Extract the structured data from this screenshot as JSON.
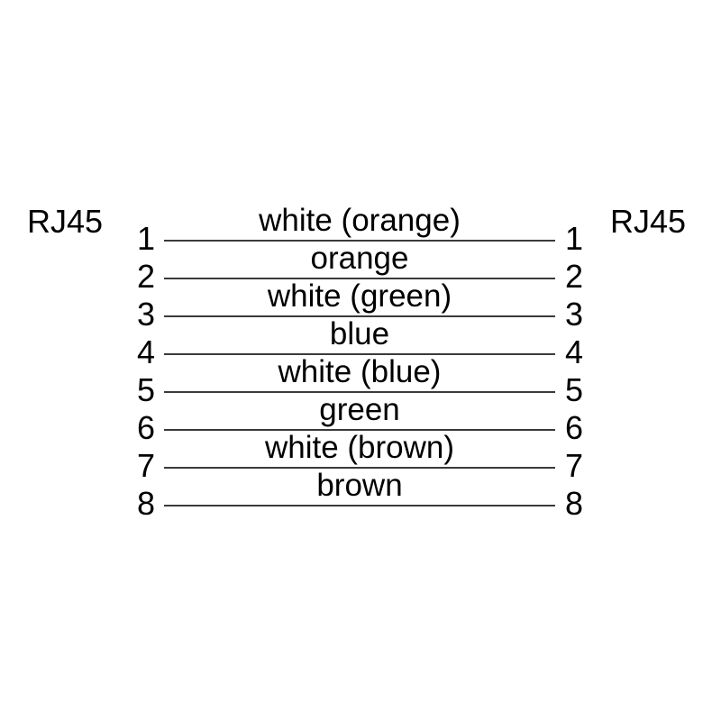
{
  "page": {
    "background": "#ffffff"
  },
  "diagram": {
    "type": "rj45-straight-through-cable-pinout",
    "left_connector": "RJ45",
    "right_connector": "RJ45",
    "line_color": "#3a3a3a",
    "text_color": "#000000",
    "rows": [
      {
        "left_pin": "1",
        "right_pin": "1",
        "color": "white (orange)"
      },
      {
        "left_pin": "2",
        "right_pin": "2",
        "color": "orange"
      },
      {
        "left_pin": "3",
        "right_pin": "3",
        "color": "white (green)"
      },
      {
        "left_pin": "4",
        "right_pin": "4",
        "color": "blue"
      },
      {
        "left_pin": "5",
        "right_pin": "5",
        "color": "white (blue)"
      },
      {
        "left_pin": "6",
        "right_pin": "6",
        "color": "green"
      },
      {
        "left_pin": "7",
        "right_pin": "7",
        "color": "white (brown)"
      },
      {
        "left_pin": "8",
        "right_pin": "8",
        "color": "brown"
      }
    ]
  }
}
